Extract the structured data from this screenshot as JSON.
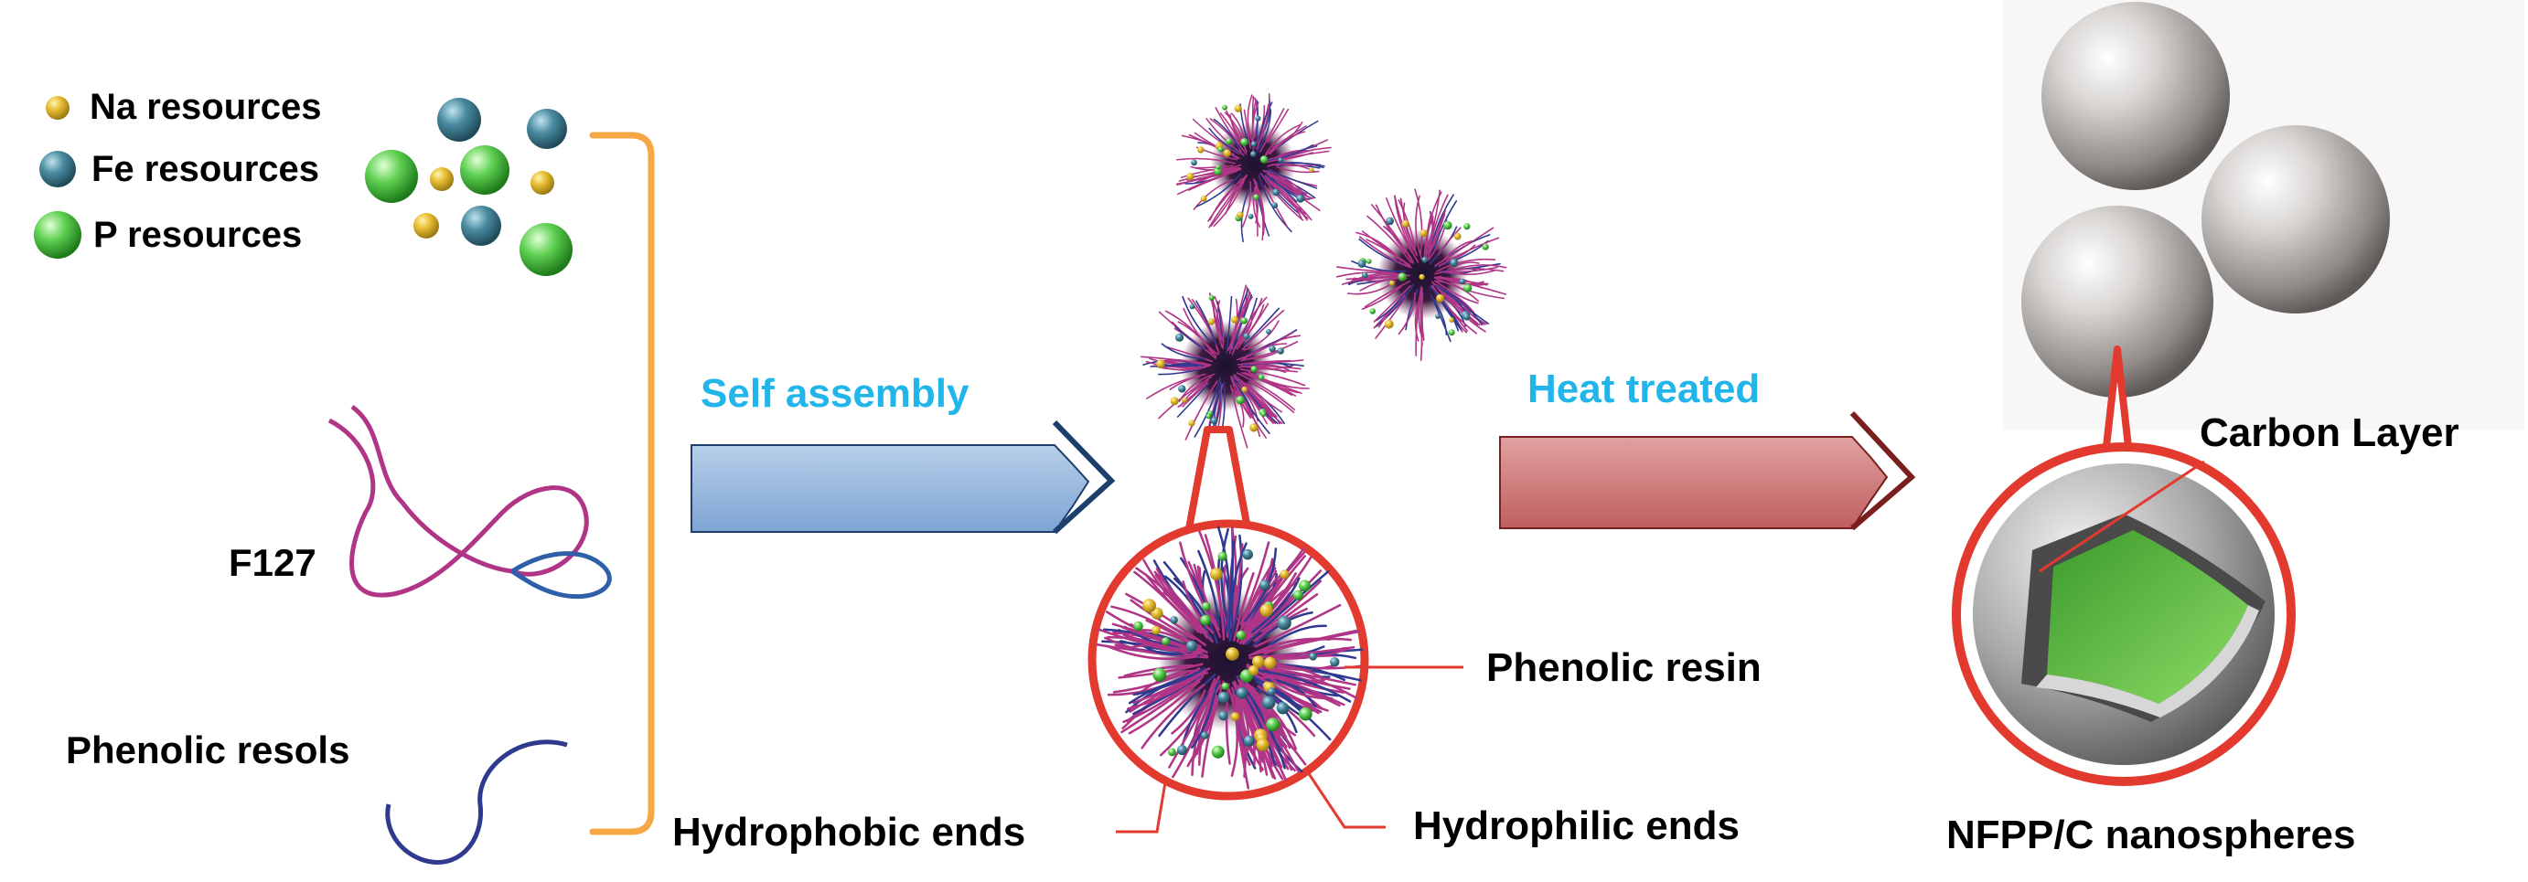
{
  "legend": {
    "na": "Na resources",
    "fe": "Fe resources",
    "p": "P resources"
  },
  "labels": {
    "f127": "F127",
    "phenolic_resols": "Phenolic resols",
    "phenolic_resin": "Phenolic resin",
    "hydrophobic_ends": "Hydrophobic ends",
    "hydrophilic_ends": "Hydrophilic ends",
    "carbon_layer": "Carbon Layer",
    "product": "NFPP/C nanospheres"
  },
  "steps": {
    "self_assembly": "Self assembly",
    "heat_treated": "Heat treated"
  },
  "colors": {
    "na": "#e0b52a",
    "fe": "#3f7f95",
    "p": "#52c14a",
    "bracket": "#f4a742",
    "step_text": "#22b5ea",
    "arrow_blue": "#8fb3dc",
    "arrow_red": "#c96a6a",
    "callout": "#e23a2e",
    "f127": "#b03586",
    "resol": "#2f3a8f",
    "core": "#6bbf45"
  }
}
